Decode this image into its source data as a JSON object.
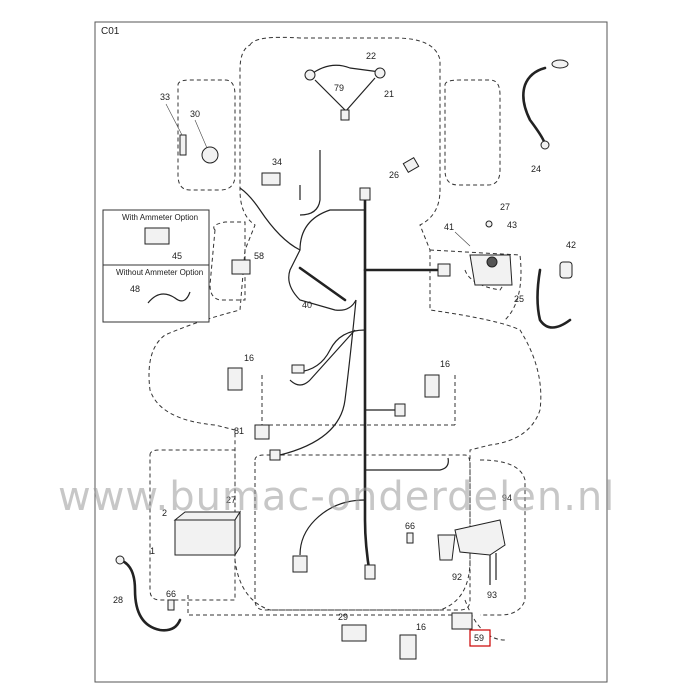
{
  "sheet": {
    "code": "C01"
  },
  "inset": {
    "ammeter_title": "With Ammeter Option",
    "no_ammeter_title": "Without Ammeter Option",
    "ammeter_part": "45",
    "no_ammeter_part": "48"
  },
  "callouts": {
    "p22": "22",
    "p79": "79",
    "p21": "21",
    "p33": "33",
    "p30": "30",
    "p34": "34",
    "p26": "26",
    "p24": "24",
    "p27": "27",
    "p41": "41",
    "p43": "43",
    "p42": "42",
    "p25": "25",
    "p58": "58",
    "p40": "40",
    "p16a": "16",
    "p16b": "16",
    "p81": "81",
    "p2": "2",
    "p1": "1",
    "p28": "28",
    "p66a": "66",
    "p66b": "66",
    "p29": "29",
    "p16c": "16",
    "p59": "59",
    "p94": "94",
    "p92": "92",
    "p93": "93",
    "p27b": "27"
  },
  "watermark": "www.bumac-onderdelen.nl"
}
